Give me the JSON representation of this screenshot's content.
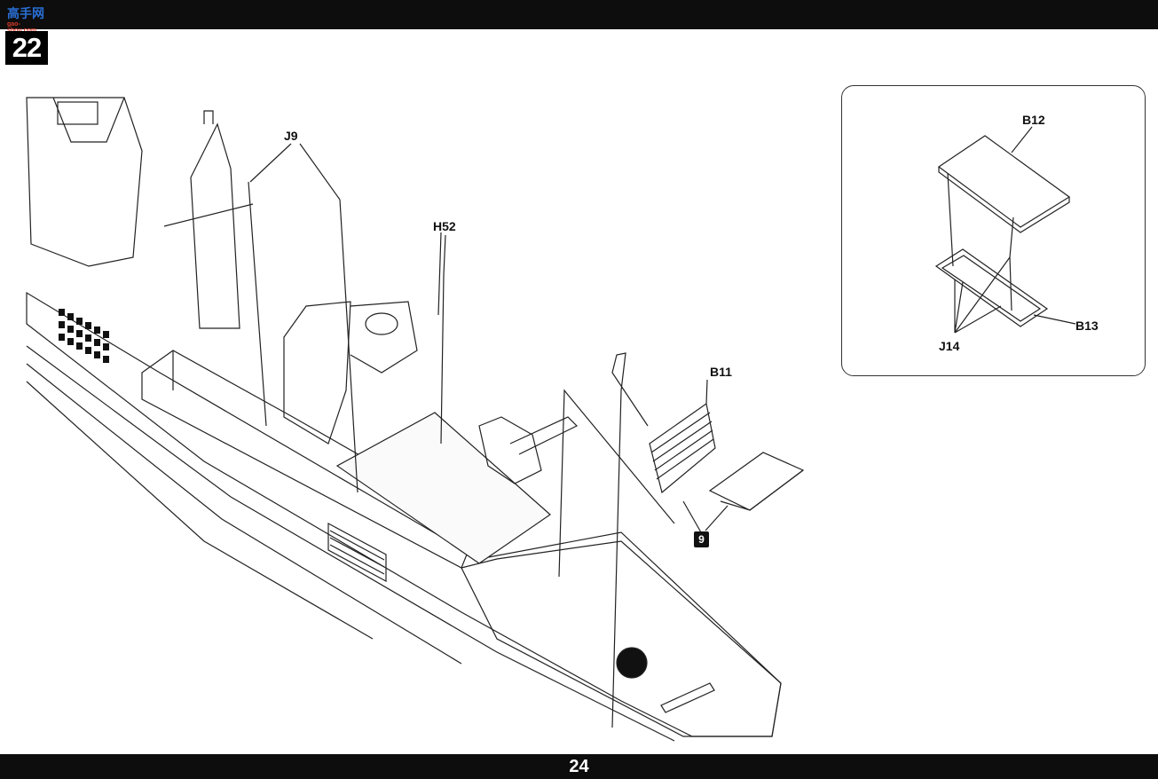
{
  "header": {
    "logo_text": "高手网",
    "logo_subtext": "gao-shou.com",
    "step_number": "22"
  },
  "footer": {
    "page_number": "24"
  },
  "callouts": {
    "j9": "J9",
    "h52": "H52",
    "b11": "B11"
  },
  "inset": {
    "b12": "B12",
    "b13": "B13",
    "j14": "J14"
  },
  "paint_symbol": {
    "glyph": "9",
    "icon": "paint-reference-icon"
  },
  "colors": {
    "bars": "#0d0d0d",
    "line_art": "#222222",
    "paper": "#ffffff"
  }
}
